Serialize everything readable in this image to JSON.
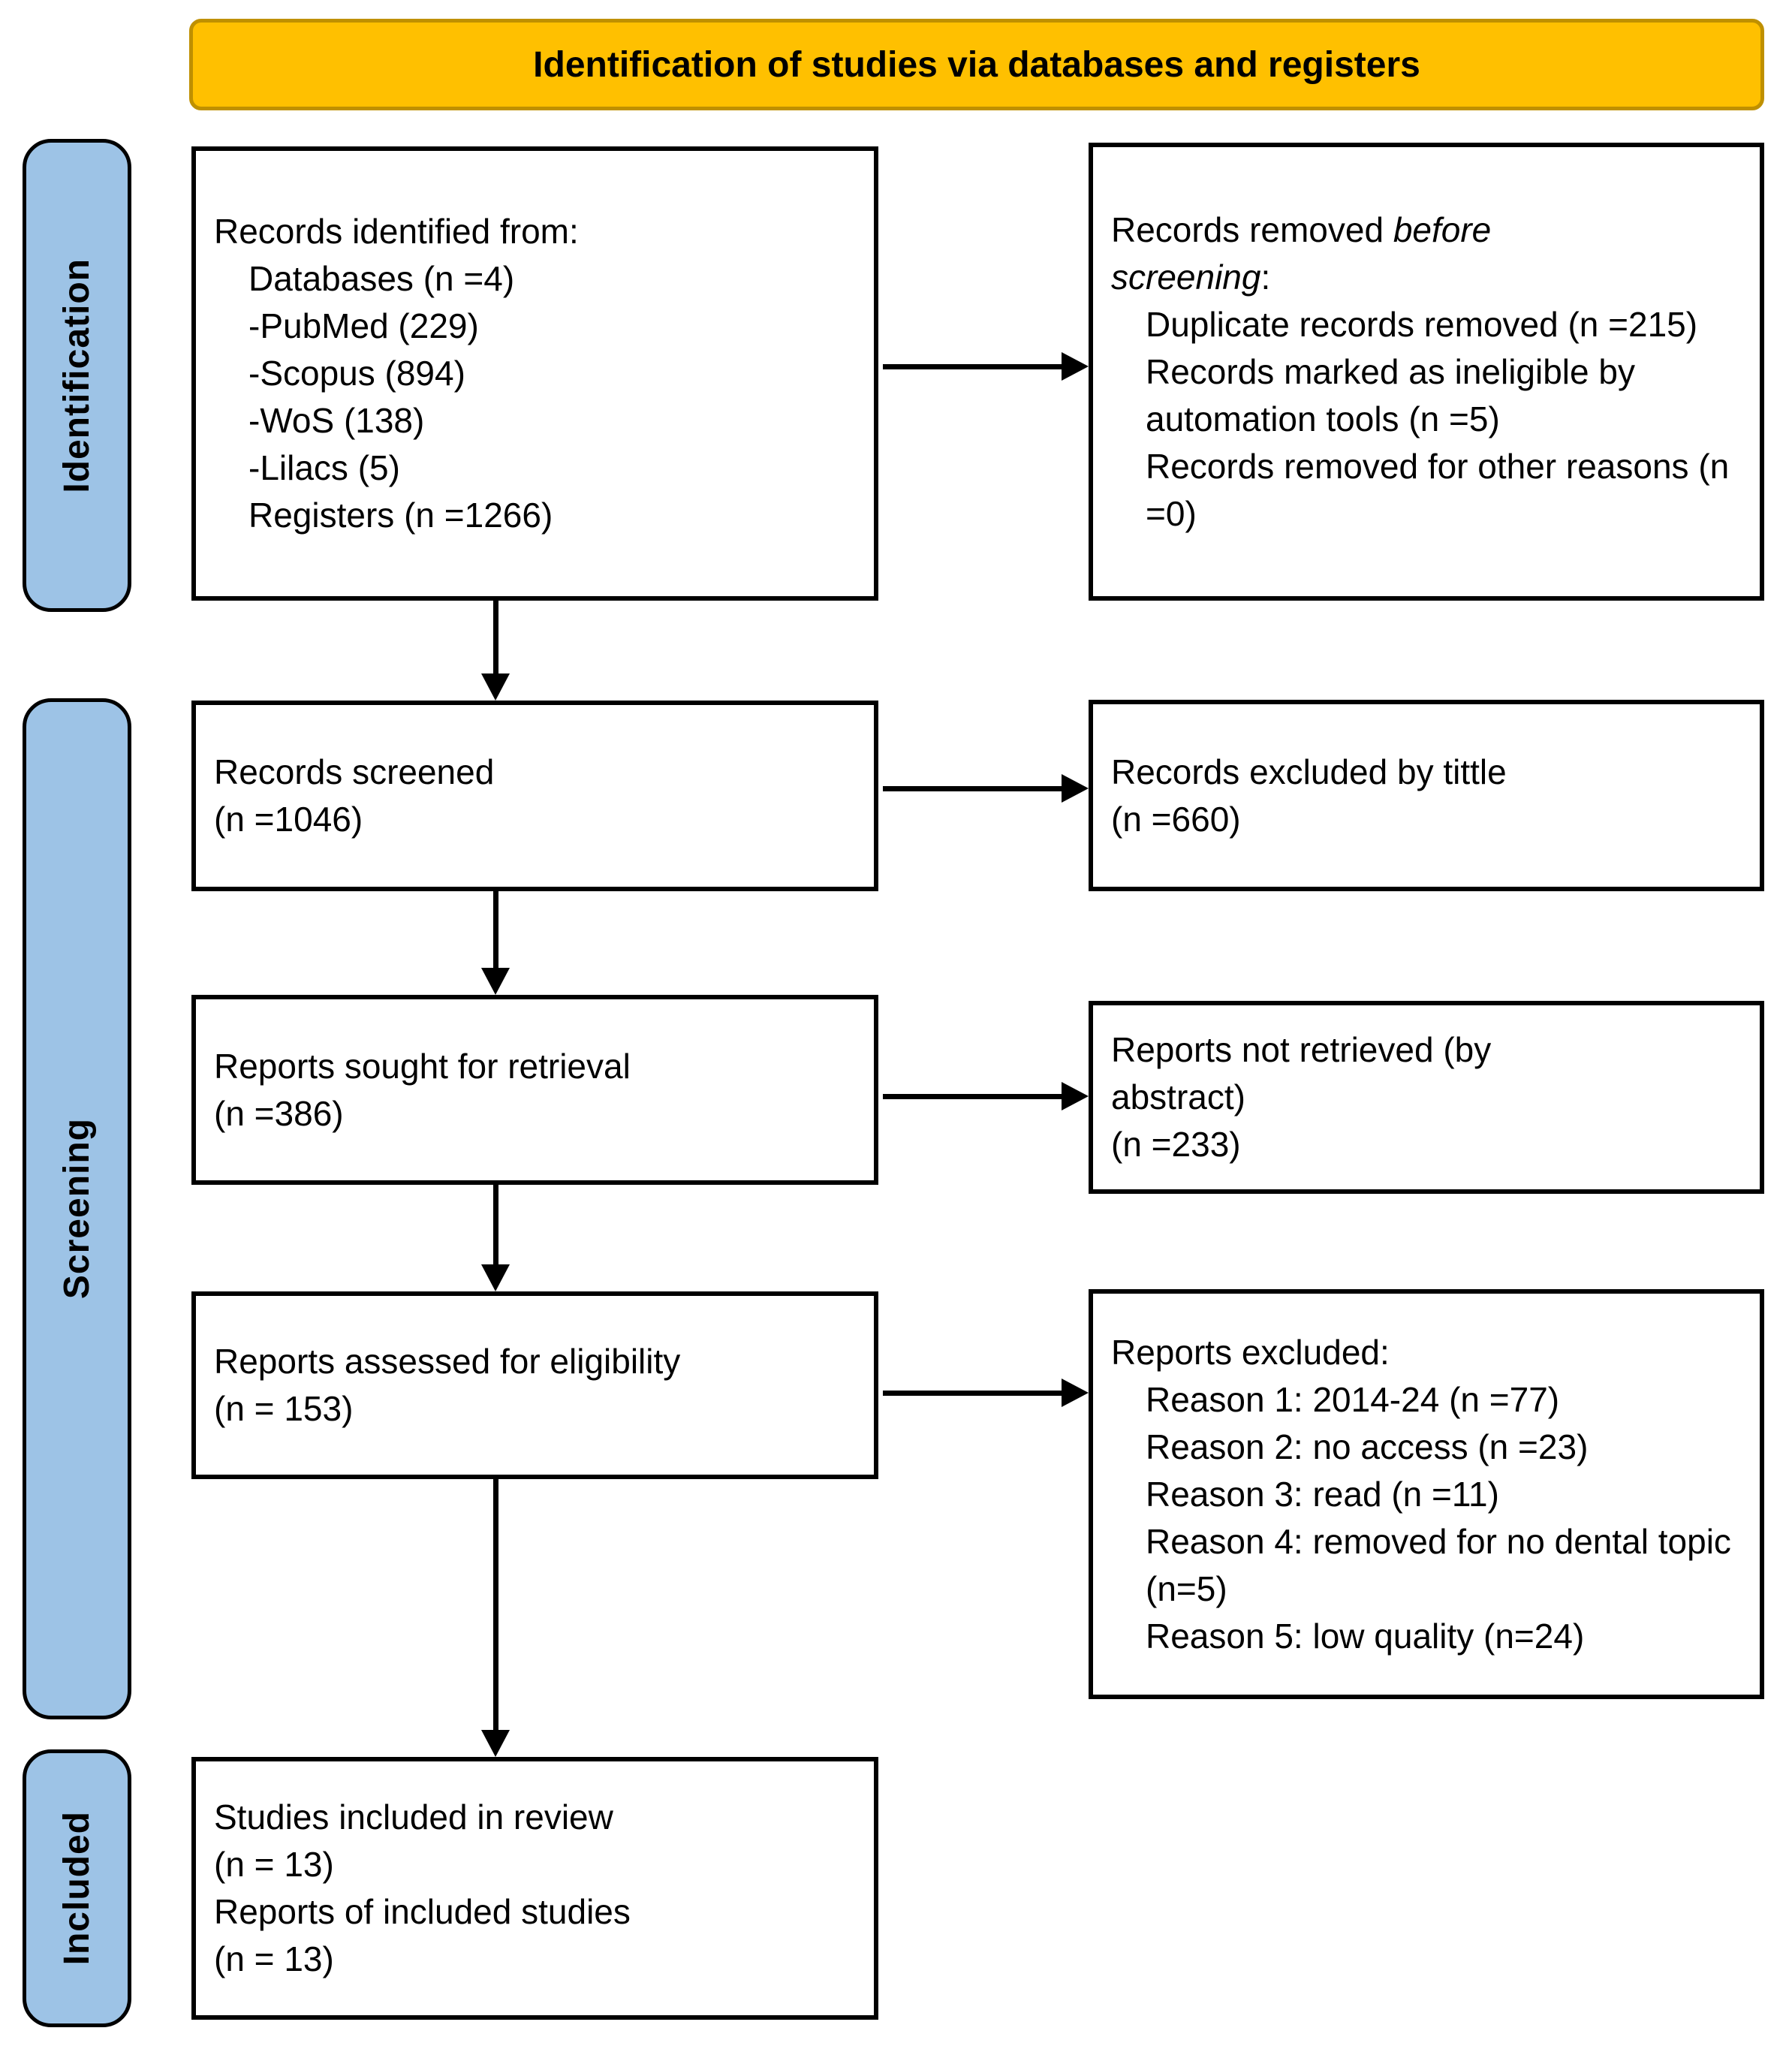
{
  "banner": {
    "title": "Identification of studies via databases and registers"
  },
  "sidebar": {
    "items": [
      {
        "id": "identification",
        "label": "Identification"
      },
      {
        "id": "screening",
        "label": "Screening"
      },
      {
        "id": "included",
        "label": "Included"
      }
    ]
  },
  "flow": {
    "records_identified": {
      "title": "Records identified from:",
      "items": [
        "Databases (n =4)",
        "-PubMed (229)",
        "-Scopus (894)",
        "-WoS (138)",
        "-Lilacs (5)",
        "Registers (n =1266)"
      ]
    },
    "records_removed": {
      "title_prefix": "Records removed ",
      "title_italic": "before screening",
      "title_colon": ":",
      "items": [
        "Duplicate records removed (n =215)",
        "Records marked as ineligible by automation tools (n =5)",
        "Records removed for other reasons (n =0)"
      ]
    },
    "records_screened": {
      "lines": [
        "Records screened",
        "(n =1046)"
      ]
    },
    "records_excluded": {
      "lines": [
        "Records excluded by tittle",
        "(n =660)"
      ]
    },
    "reports_sought": {
      "lines": [
        "Reports sought for retrieval",
        "(n =386)"
      ]
    },
    "reports_not_retrieved": {
      "lines": [
        "Reports not retrieved (by",
        "abstract)",
        "(n =233)"
      ]
    },
    "reports_assessed": {
      "lines": [
        "Reports assessed for eligibility",
        "(n = 153)"
      ]
    },
    "reports_excluded": {
      "title": "Reports excluded:",
      "items": [
        "Reason 1: 2014-24 (n =77)",
        "Reason 2: no access (n =23)",
        "Reason 3: read (n =11)",
        "Reason 4: removed for no dental topic (n=5)",
        "Reason 5: low quality (n=24)"
      ]
    },
    "studies_included": {
      "lines": [
        "Studies included in review",
        "(n = 13)",
        "Reports of included studies",
        "(n = 13)"
      ]
    }
  },
  "colors": {
    "banner_fill": "#FFC000",
    "banner_border": "#BF9000",
    "sidebar_fill": "#9DC3E6",
    "box_border": "#000000",
    "arrow": "#000000",
    "text": "#000000"
  }
}
